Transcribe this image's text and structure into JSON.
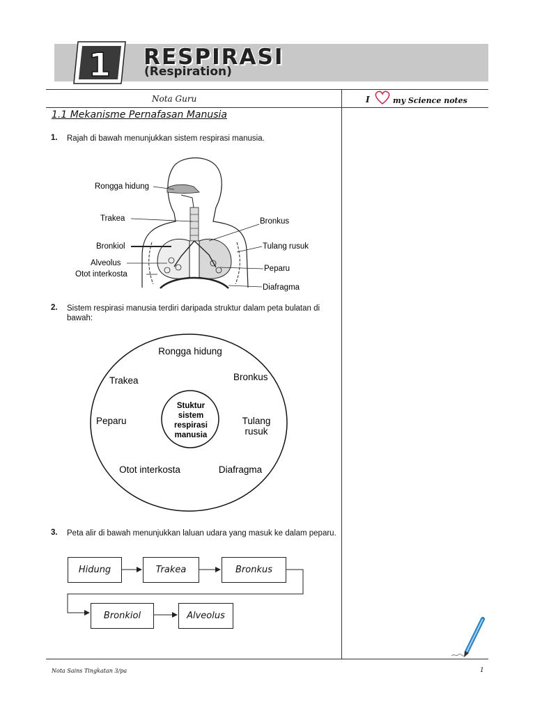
{
  "header": {
    "chapter_number": "1",
    "title": "RESPIRASI",
    "subtitle": "(Respiration)"
  },
  "columns": {
    "left_header": "Nota Guru",
    "right_header_prefix": "I",
    "right_header_suffix": "my Science notes"
  },
  "section": {
    "heading": "1.1 Mekanisme Pernafasan Manusia"
  },
  "questions": [
    {
      "number": "1.",
      "text": "Rajah di bawah menunjukkan sistem respirasi manusia."
    },
    {
      "number": "2.",
      "text": "Sistem respirasi manusia terdiri daripada struktur dalam peta bulatan di bawah:"
    },
    {
      "number": "3.",
      "text": "Peta alir di bawah menunjukkan laluan udara yang masuk ke dalam peparu."
    }
  ],
  "diagram_labels": {
    "rongga_hidung": "Rongga hidung",
    "trakea": "Trakea",
    "bronkiol": "Bronkiol",
    "alveolus": "Alveolus",
    "otot_interkosta": "Otot interkosta",
    "bronkus": "Bronkus",
    "tulang_rusuk": "Tulang rusuk",
    "peparu": "Peparu",
    "diafragma": "Diafragma"
  },
  "bubble_map": {
    "center": [
      "Stuktur",
      "sistem",
      "respirasi",
      "manusia"
    ],
    "items": {
      "rongga_hidung": "Rongga hidung",
      "trakea": "Trakea",
      "bronkus": "Bronkus",
      "peparu": "Peparu",
      "tulang_rusuk": [
        "Tulang",
        "rusuk"
      ],
      "otot_interkosta": "Otot interkosta",
      "diafragma": "Diafragma"
    }
  },
  "flow_map": [
    "Hidung",
    "Trakea",
    "Bronkus",
    "Bronkiol",
    "Alveolus"
  ],
  "footer": {
    "left": "Nota Sains Tingkatan 3/pa",
    "page": "1"
  },
  "colors": {
    "banner_gray": "#c8c8c8",
    "heart": "#c0304a",
    "pen": "#2a7fc0"
  },
  "icons": [
    "heart-icon",
    "pen-icon"
  ]
}
